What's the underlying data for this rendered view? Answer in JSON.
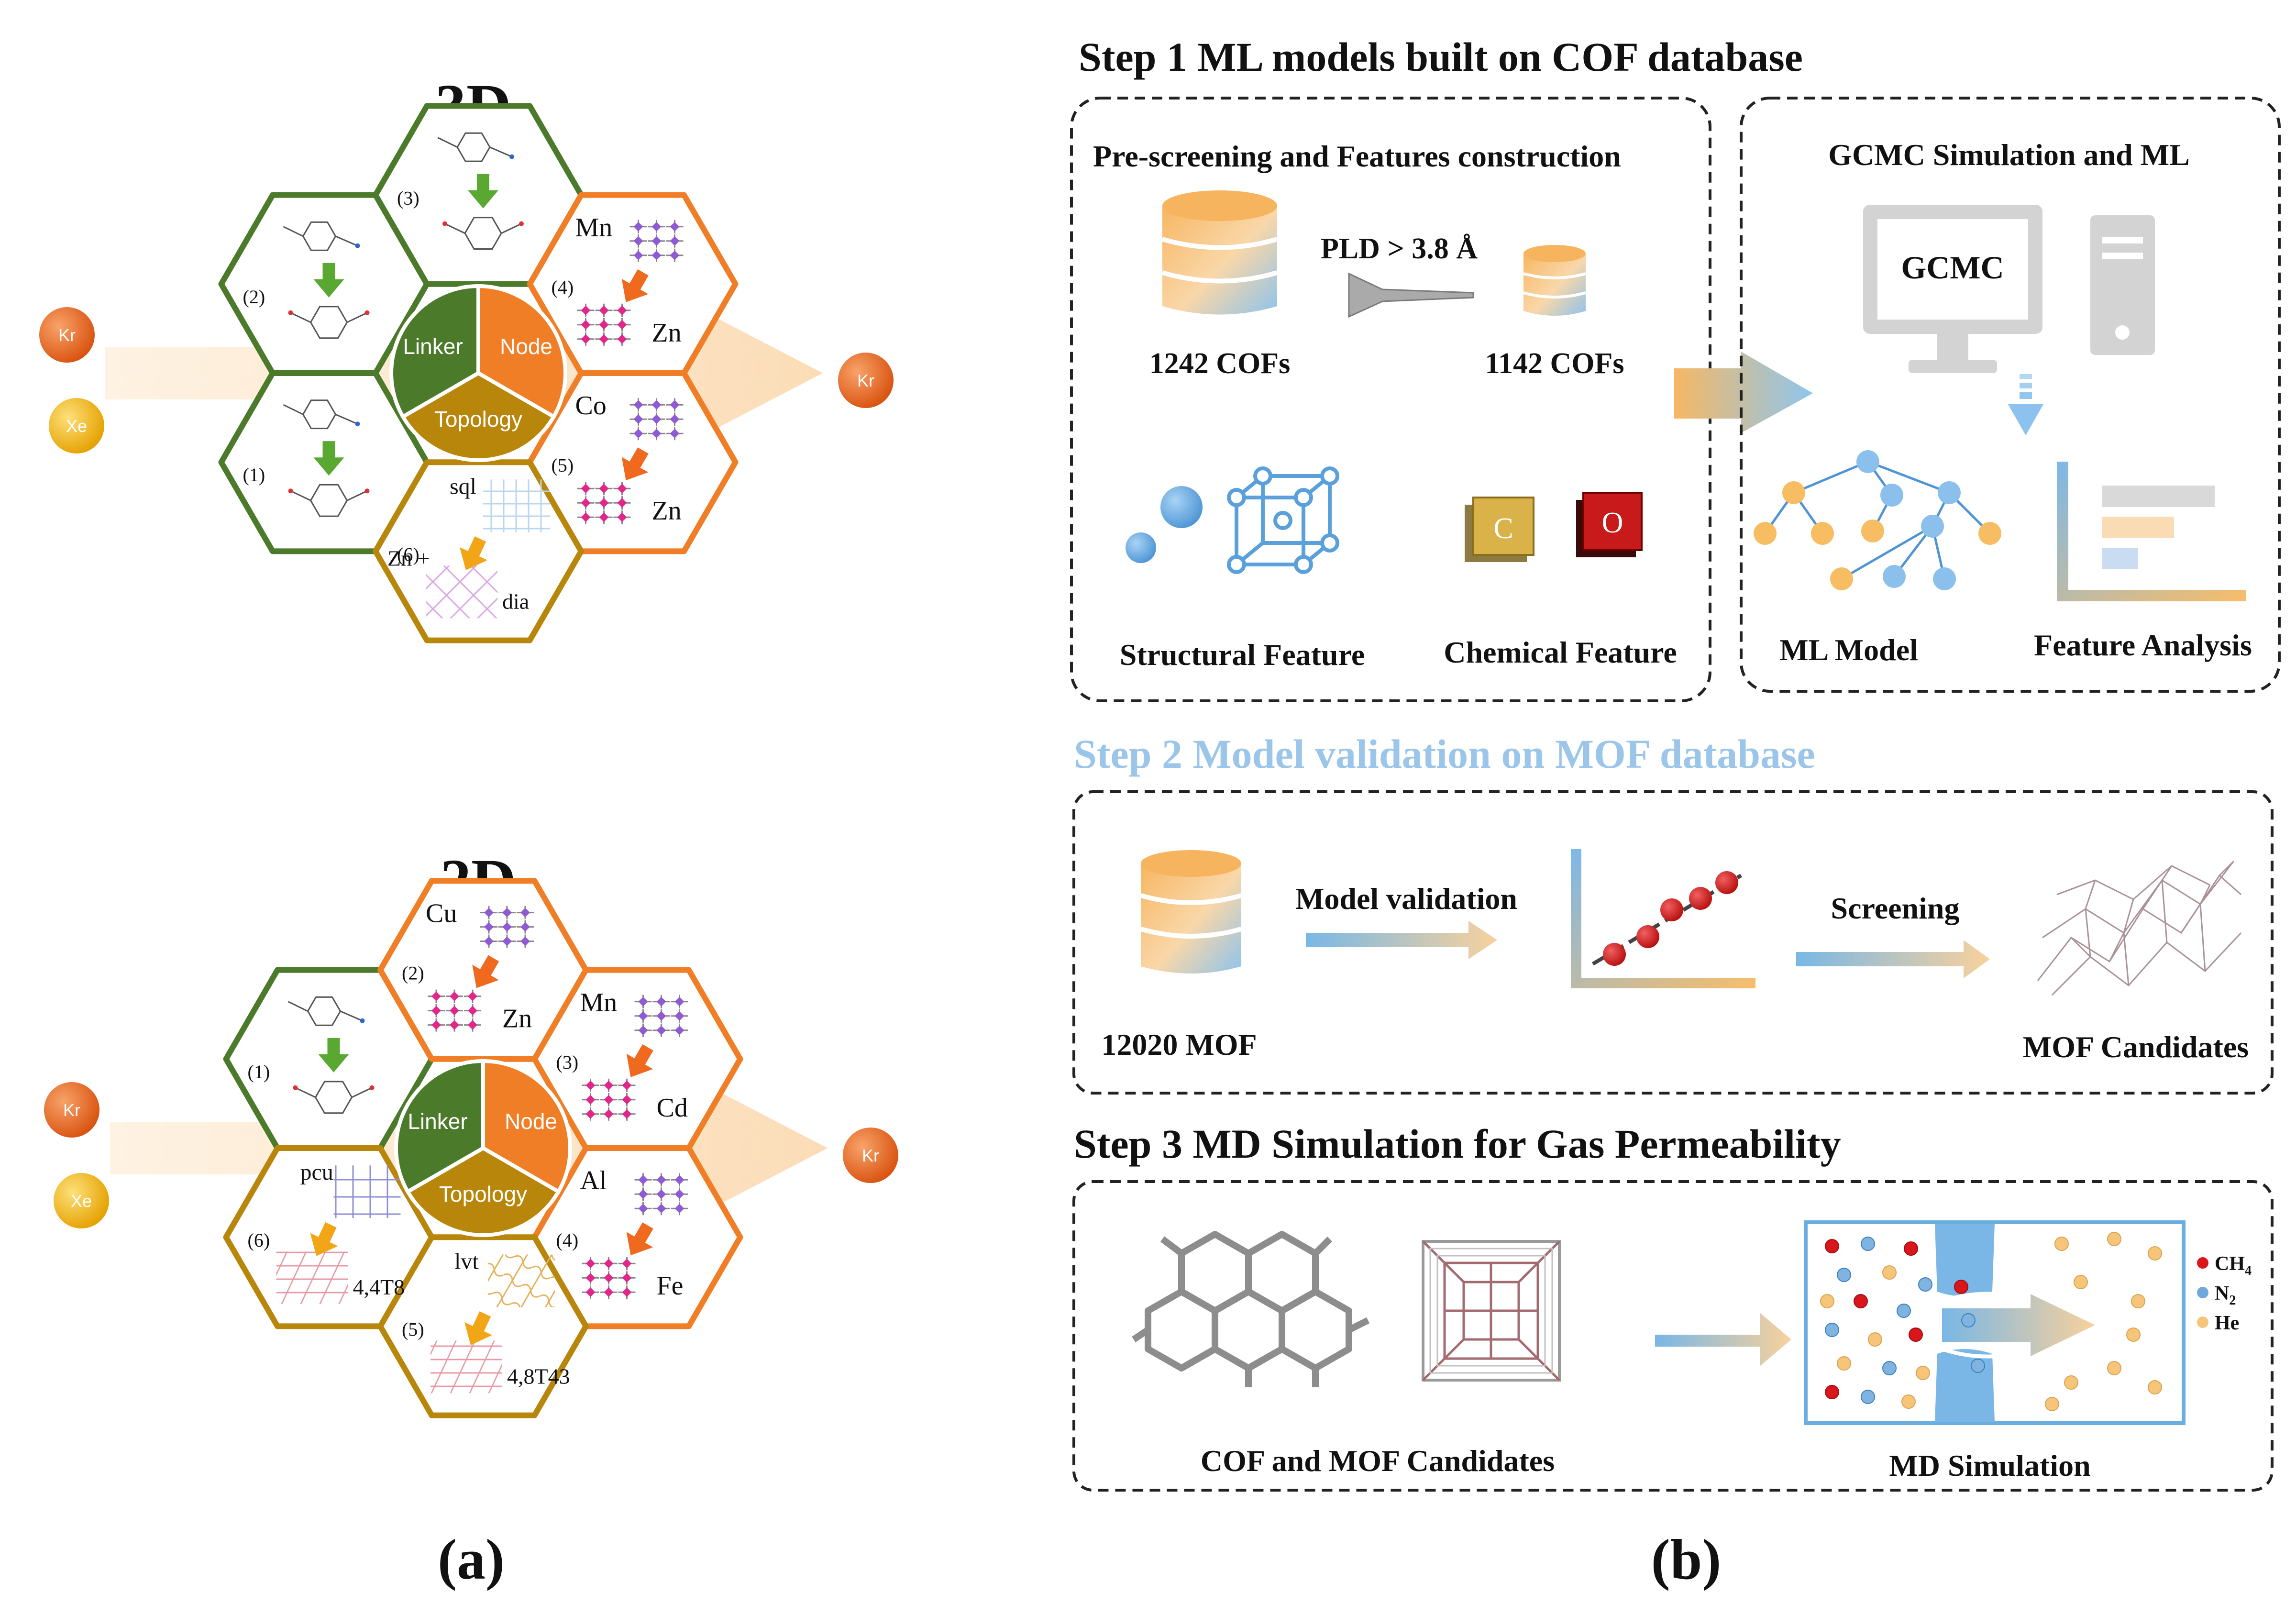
{
  "panel_a": {
    "label": "(a)",
    "views": [
      {
        "id": "3d",
        "title": "3D",
        "center": {
          "linker": "Linker",
          "node": "Node",
          "topology": "Topology"
        },
        "input_gases": [
          "Kr",
          "Xe"
        ],
        "output_gas": "Kr",
        "cells": [
          {
            "number": "(1)",
            "kind": "linker"
          },
          {
            "number": "(2)",
            "kind": "linker"
          },
          {
            "number": "(3)",
            "kind": "linker"
          },
          {
            "number": "(4)",
            "kind": "node",
            "from": "Mn",
            "to": "Zn"
          },
          {
            "number": "(5)",
            "kind": "node",
            "from": "Co",
            "to": "Zn"
          },
          {
            "number": "(6)",
            "kind": "topology",
            "prefix": "Zn +",
            "from": "sql",
            "to": "dia"
          }
        ]
      },
      {
        "id": "2d",
        "title": "2D",
        "center": {
          "linker": "Linker",
          "node": "Node",
          "topology": "Topology"
        },
        "input_gases": [
          "Kr",
          "Xe"
        ],
        "output_gas": "Kr",
        "cells": [
          {
            "number": "(1)",
            "kind": "linker"
          },
          {
            "number": "(2)",
            "kind": "node",
            "from": "Cu",
            "to": "Zn"
          },
          {
            "number": "(3)",
            "kind": "node",
            "from": "Mn",
            "to": "Cd"
          },
          {
            "number": "(4)",
            "kind": "node",
            "from": "Al",
            "to": "Fe"
          },
          {
            "number": "(5)",
            "kind": "topology",
            "from": "lvt",
            "to": "4,8T43"
          },
          {
            "number": "(6)",
            "kind": "topology",
            "from": "pcu",
            "to": "4,4T8"
          }
        ]
      }
    ]
  },
  "panel_b": {
    "label": "(b)",
    "step1": {
      "title": "Step 1 ML models built on COF database",
      "prescreen": {
        "title": "Pre-screening and Features construction",
        "filter": "PLD > 3.8 Å",
        "db_before": "1242 COFs",
        "db_after": "1142 COFs",
        "structural": "Structural Feature",
        "chemical": "Chemical Feature",
        "chem_tiles": [
          "C",
          "O"
        ]
      },
      "gcmc": {
        "title": "GCMC Simulation and ML",
        "monitor_text": "GCMC",
        "ml_model": "ML Model",
        "feature_analysis": "Feature Analysis"
      }
    },
    "step2": {
      "title": "Step 2 Model validation on MOF database",
      "db": "12020 MOF",
      "validation": "Model validation",
      "screening": "Screening",
      "candidates": "MOF Candidates"
    },
    "step3": {
      "title": "Step 3 MD Simulation for Gas Permeability",
      "candidates": "COF and MOF Candidates",
      "md": "MD Simulation",
      "legend": [
        {
          "name": "CH",
          "sub": "4",
          "color": "#d9161c"
        },
        {
          "name": "N",
          "sub": "2",
          "color": "#6fa8dc"
        },
        {
          "name": "He",
          "sub": "",
          "color": "#f6c57a"
        }
      ]
    }
  },
  "colors": {
    "linker": "#4b7a2b",
    "node": "#f07e26",
    "topology": "#b8860b",
    "kr": "#e8641c",
    "xe": "#f5b800",
    "step2_title": "#9cc5ea",
    "blue": "#6aaee0",
    "orange": "#f5b765"
  }
}
